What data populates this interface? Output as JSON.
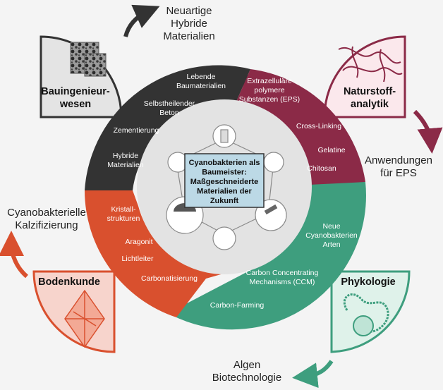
{
  "center": {
    "lines": [
      "Cyanobakterien als",
      "Baumeister:",
      "Maßgeschneiderte",
      "Materialien der",
      "Zukunft"
    ]
  },
  "fields": {
    "bauingenieurwesen": [
      "Bauingenieur-",
      "wesen"
    ],
    "naturstoffanalytik": [
      "Naturstoff-",
      "analytik"
    ],
    "bodenkunde": [
      "Bodenkunde"
    ],
    "phykologie": [
      "Phykologie"
    ]
  },
  "outputs": {
    "top_left": [
      "Neuartige",
      "Hybride",
      "Materialien"
    ],
    "right": [
      "Anwendungen",
      "für EPS"
    ],
    "left": [
      "Cyanobakterielle",
      "Kalzifizierung"
    ],
    "bottom": [
      "Algen",
      "Biotechnologie"
    ]
  },
  "segments": {
    "dark": {
      "color": "#333333",
      "items": [
        [
          "Lebende",
          "Baumaterialien"
        ],
        [
          "Selbstheilender",
          "Beton"
        ],
        [
          "Zementierung"
        ],
        [
          "Hybride",
          "Materialien"
        ]
      ]
    },
    "maroon": {
      "color": "#8b2a47",
      "items": [
        [
          "Extrazelluläre",
          "polymere",
          "Substanzen (EPS)"
        ],
        [
          "Cross-Linking"
        ],
        [
          "Gelatine"
        ],
        [
          "Chitosan"
        ]
      ]
    },
    "orange": {
      "color": "#d9502e",
      "items": [
        [
          "Kristall-",
          "strukturen"
        ],
        [
          "Aragonit"
        ],
        [
          "Lichtleiter"
        ],
        [
          "Carbonatisierung"
        ]
      ]
    },
    "teal": {
      "color": "#3e9e7e",
      "items": [
        [
          "Neue",
          "Cyanobakterien",
          "Arten"
        ],
        [
          "Carbon Concentrating",
          "Mechanisms (CCM)"
        ],
        [
          "Carbon-Farming"
        ]
      ]
    }
  }
}
